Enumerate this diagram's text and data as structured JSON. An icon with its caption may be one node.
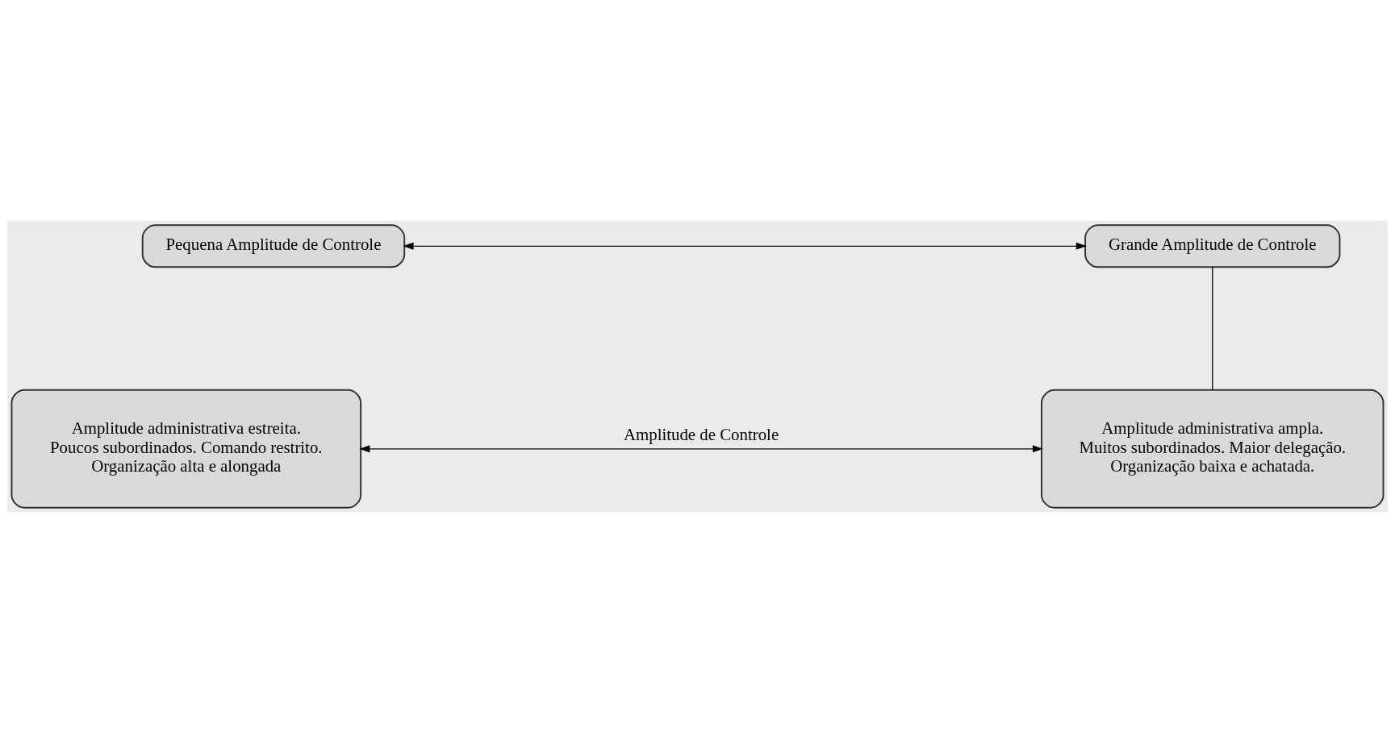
{
  "diagram": {
    "nodes": [
      {
        "text": [
          "Pequena Amplitude de Controle"
        ]
      },
      {
        "text": [
          "Grande Amplitude de Controle"
        ]
      },
      {
        "text": [
          "Amplitude administrativa estreita.",
          "Poucos subordinados. Comando restrito.",
          "Organização alta e alongada"
        ]
      },
      {
        "text": [
          "Amplitude administrativa ampla.",
          "Muitos subordinados. Maior delegação.",
          "Organização baixa e achatada."
        ]
      }
    ],
    "edges": [
      {
        "from": 0,
        "to": 1,
        "arrow": "both"
      },
      {
        "from": 1,
        "to": 3,
        "arrow": "none"
      },
      {
        "from": 2,
        "to": 3,
        "arrow": "both",
        "label": "Amplitude de Controle"
      }
    ]
  }
}
